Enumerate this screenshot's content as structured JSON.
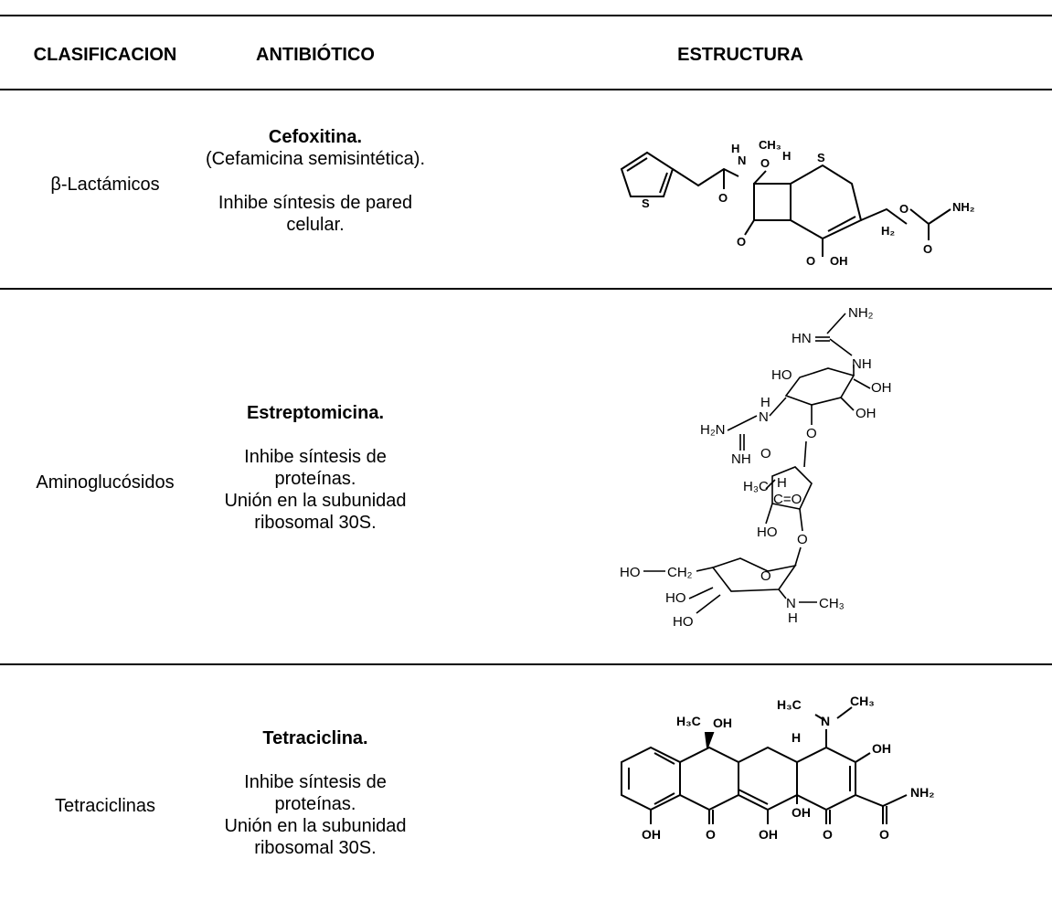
{
  "headers": {
    "classification": "CLASIFICACION",
    "antibiotic": "ANTIBIÓTICO",
    "structure": "ESTRUCTURA"
  },
  "rows": [
    {
      "classification": "β-Lactámicos",
      "name": "Cefoxitina.",
      "subtitle": "(Cefamicina semisintética).",
      "mechanism_1": "Inhibe síntesis de pared",
      "mechanism_2": "celular."
    },
    {
      "classification": "Aminoglucósidos",
      "name": "Estreptomicina.",
      "mechanism_1": "Inhibe síntesis de",
      "mechanism_2": "proteínas.",
      "mechanism_3": "Unión en la subunidad",
      "mechanism_4": "ribosomal 30S."
    },
    {
      "classification": "Tetraciclinas",
      "name": "Tetraciclina.",
      "mechanism_1": "Inhibe síntesis de",
      "mechanism_2": "proteínas.",
      "mechanism_3": "Unión en la subunidad",
      "mechanism_4": "ribosomal 30S."
    }
  ]
}
